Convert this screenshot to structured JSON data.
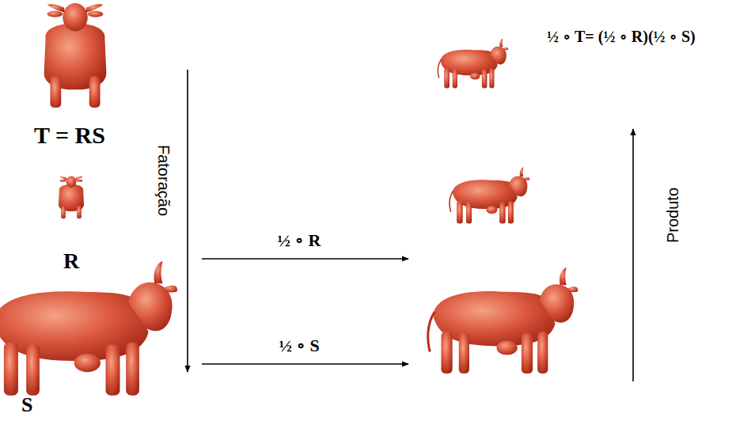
{
  "diagram": {
    "labels": [
      "T = RS",
      "R",
      "S",
      "Fatoração",
      "½ ∘ R",
      "½ ∘ S",
      "½ ∘ T= (½ ∘ R)(½ ∘ S)",
      "Produto"
    ]
  }
}
